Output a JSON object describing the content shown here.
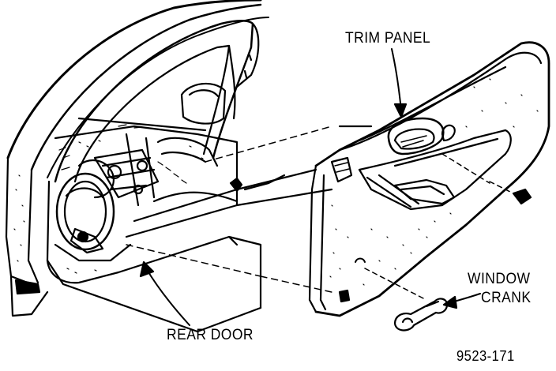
{
  "labels": {
    "trim_panel": "TRIM PANEL",
    "window": "WINDOW",
    "crank": "CRANK",
    "rear_door": "REAR DOOR",
    "figure_number": "9523-171"
  },
  "colors": {
    "line": "#000000",
    "background": "#ffffff"
  }
}
